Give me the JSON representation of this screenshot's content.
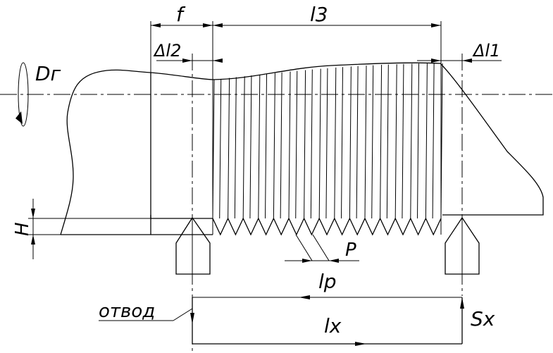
{
  "labels": {
    "f": "f",
    "l3": "l3",
    "delta_l2": "Δl2",
    "delta_l1": "Δl1",
    "D_g": "Dг",
    "H": "H",
    "P": "P",
    "l_p": "lp",
    "otvod": "отвод",
    "l_x": "lx",
    "S_x": "Sx"
  },
  "colors": {
    "ink": "#000000",
    "background": "#ffffff"
  },
  "icons": {
    "rotation": "rotation-arrow-icon"
  }
}
